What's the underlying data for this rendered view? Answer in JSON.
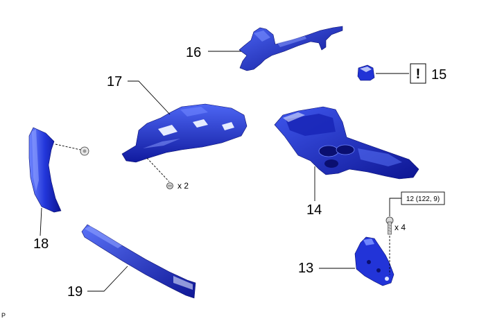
{
  "callouts": {
    "c13": "13",
    "c14": "14",
    "c15": "15",
    "c16": "16",
    "c17": "17",
    "c18": "18",
    "c19": "19"
  },
  "quantities": {
    "q17": "x 2",
    "q13": "x 4"
  },
  "torque": "12 (122, 9)",
  "caution": "!",
  "corner_code": "P",
  "colors": {
    "part": "#1f2fd6",
    "part_dark": "#0c138f",
    "part_light": "#6f86ff",
    "highlight": "#dfe6ff",
    "leader": "#000000"
  }
}
